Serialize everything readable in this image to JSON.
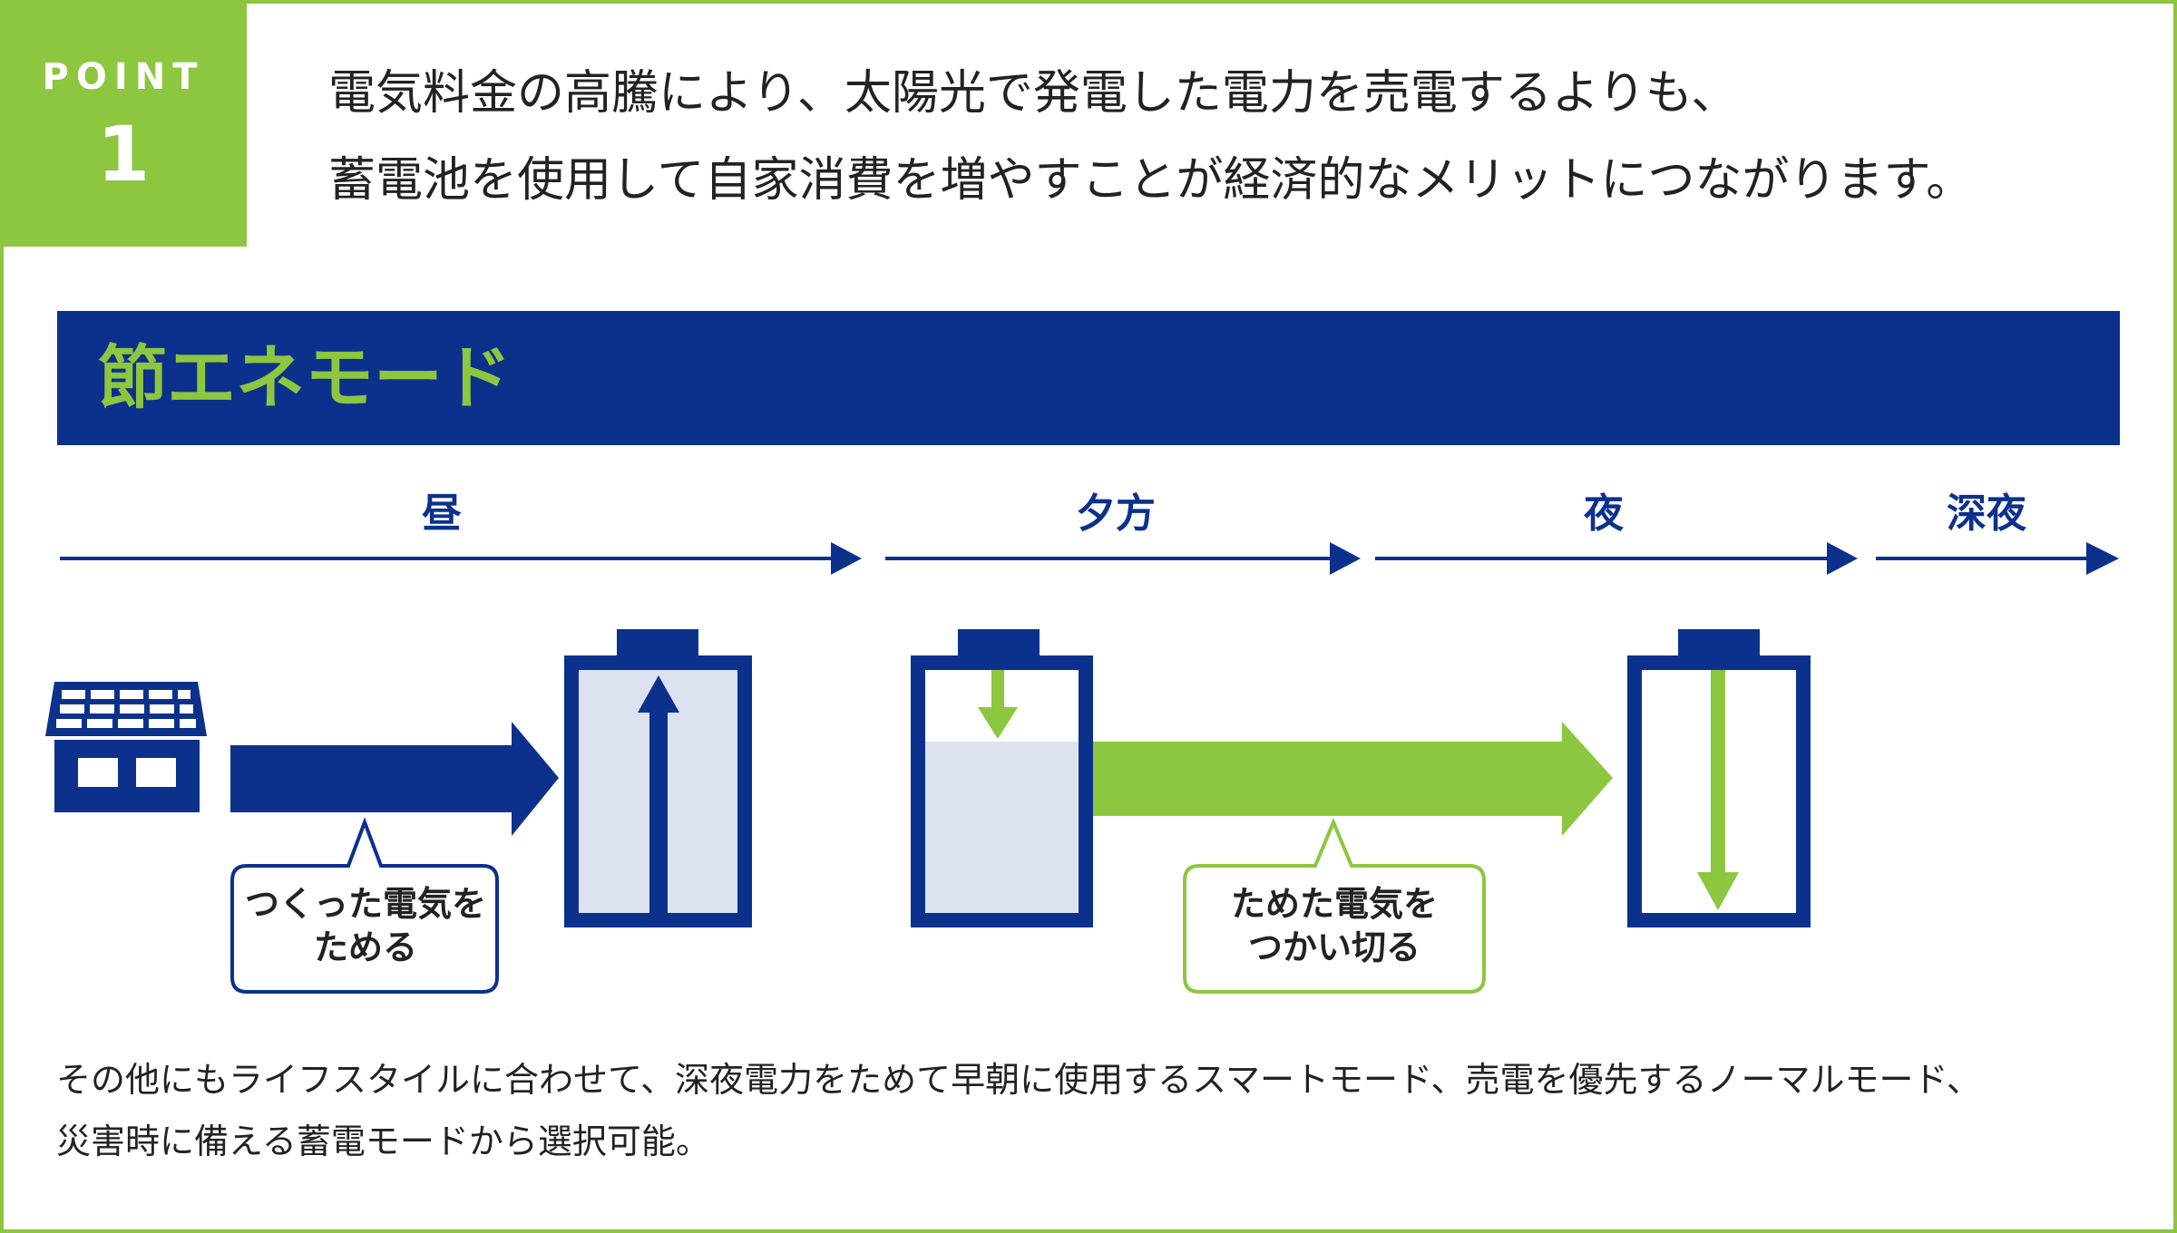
{
  "badge": {
    "label": "POINT",
    "number": "1"
  },
  "intro": {
    "line1": "電気料金の高騰により、太陽光で発電した電力を売電するよりも、",
    "line2": "蓄電池を使用して自家消費を増やすことが経済的なメリットにつながります。"
  },
  "mode": {
    "title": "節エネモード"
  },
  "timeline": {
    "periods": [
      "昼",
      "夕方",
      "夜",
      "深夜"
    ]
  },
  "callouts": {
    "store_line1": "つくった電気を",
    "store_line2": "ためる",
    "use_line1": "ためた電気を",
    "use_line2": "つかい切る"
  },
  "footer": {
    "line1": "その他にもライフスタイルに合わせて、深夜電力をためて早朝に使用するスマートモード、売電を優先するノーマルモード、",
    "line2": "災害時に備える蓄電モードから選択可能。"
  },
  "colors": {
    "navy": "#0c318d",
    "green": "#8dc63f",
    "battery_fill": "#dce2ef",
    "text": "#222222"
  },
  "icons": [
    "solar-house-icon",
    "battery-icon",
    "arrow-right-icon",
    "arrow-up-icon",
    "arrow-down-icon"
  ]
}
